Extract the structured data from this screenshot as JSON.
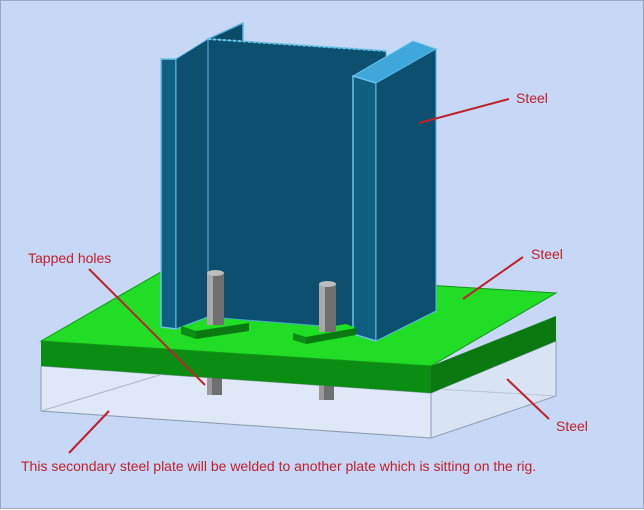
{
  "labels": {
    "steel_column": "Steel",
    "steel_top_plate": "Steel",
    "steel_bottom_plate": "Steel",
    "tapped_holes": "Tapped holes"
  },
  "caption": "This secondary steel plate will be welded to another plate which is sitting on the rig.",
  "colors": {
    "background": "#c6d8f6",
    "column": "#0c4f6e",
    "column_edge": "#5ab6e3",
    "top_plate": "#1ee023",
    "top_plate_side": "#0b8c12",
    "bottom_plate": "#d5e1f4",
    "bolt": "#777777",
    "annotation": "#c0202a"
  }
}
